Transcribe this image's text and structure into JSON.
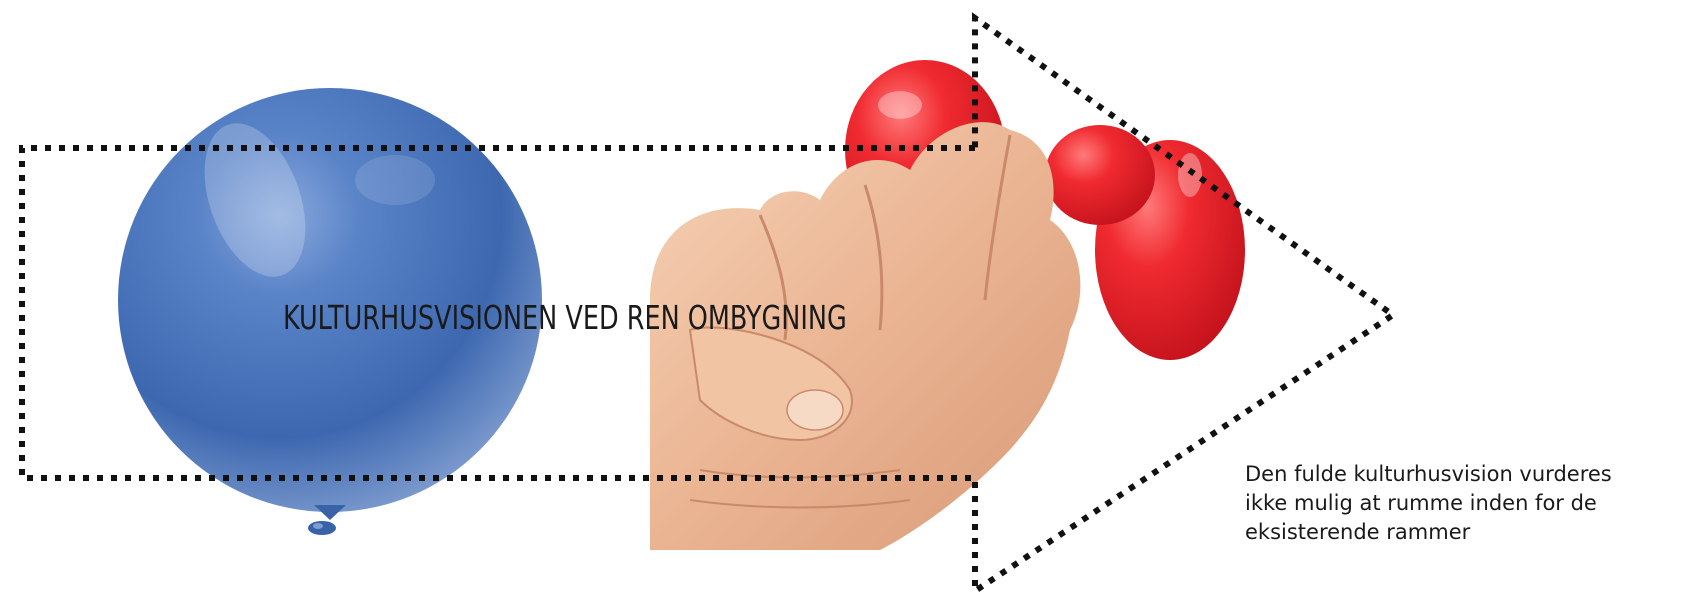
{
  "title": "KULTURHUSVISIONEN VED REN OMBYGNING",
  "caption": [
    "Den fulde kulturhusvision vurderes",
    "ikke mulig at rumme inden for de",
    "eksisterende rammer"
  ],
  "colors": {
    "balloon_blue": "#3f6bb3",
    "balloon_red": "#e0202a",
    "skin": "#eab492",
    "dotted_line": "#111111",
    "text": "#1a1a1a"
  },
  "icons": [
    "blue-balloon-image",
    "hand-squeezing-red-balloon-image"
  ]
}
